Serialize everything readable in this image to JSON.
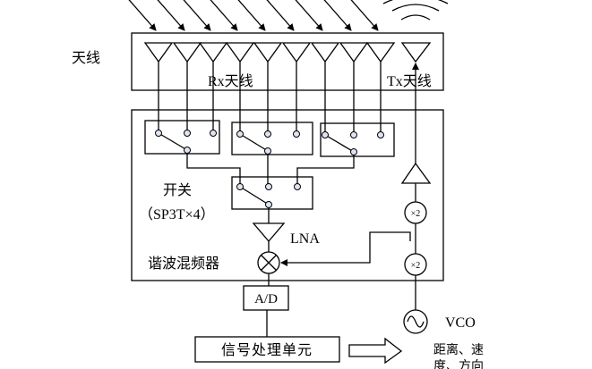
{
  "labels": {
    "antenna": "天线",
    "rx_antenna": "Rx天线",
    "tx_antenna": "Tx天线",
    "switch": "开关",
    "switch_type": "（SP3T×4）",
    "lna": "LNA",
    "mixer": "谐波混频器",
    "adc": "A/D",
    "doubler": "×2",
    "vco": "VCO",
    "processor": "信号处理单元",
    "output_line1": "距离、速",
    "output_line2": "度、方向"
  }
}
